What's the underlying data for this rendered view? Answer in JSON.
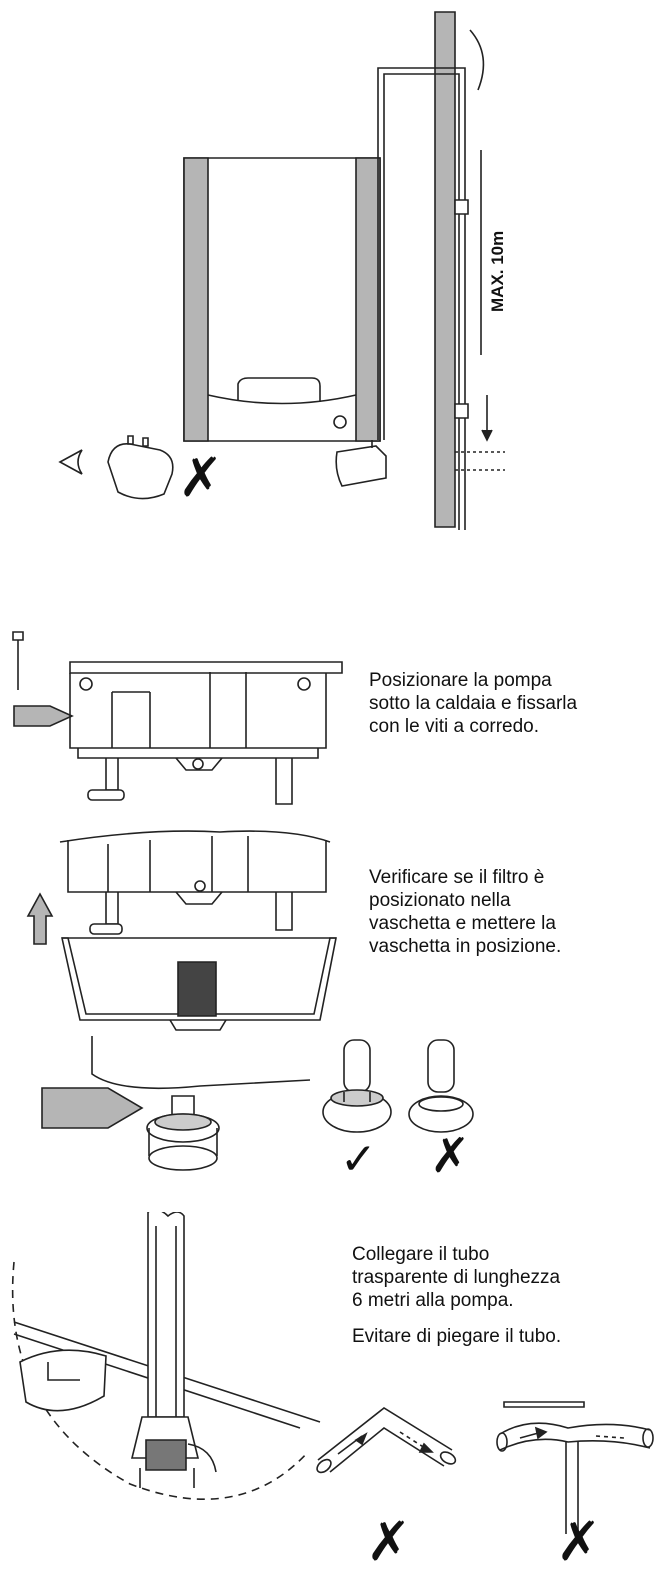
{
  "diagram": {
    "max_length_label": "MAX. 10m",
    "steps": [
      {
        "text": "Posizionare la pompa\nsotto la caldaia e fissarla\ncon le viti a corredo."
      },
      {
        "text": "Verificare se il filtro è\nposizionato nella\nvaschetta e mettere la\nvaschetta in posizione."
      },
      {
        "text": "Collegare il tubo\ntrasparente di lunghezza\n6 metri alla pompa."
      },
      {
        "text": "Evitare di piegare il tubo."
      }
    ],
    "marks": {
      "wrong": "✗",
      "correct": "✓"
    },
    "colors": {
      "gray_fill": "#b5b5b5",
      "line": "#222222"
    }
  }
}
